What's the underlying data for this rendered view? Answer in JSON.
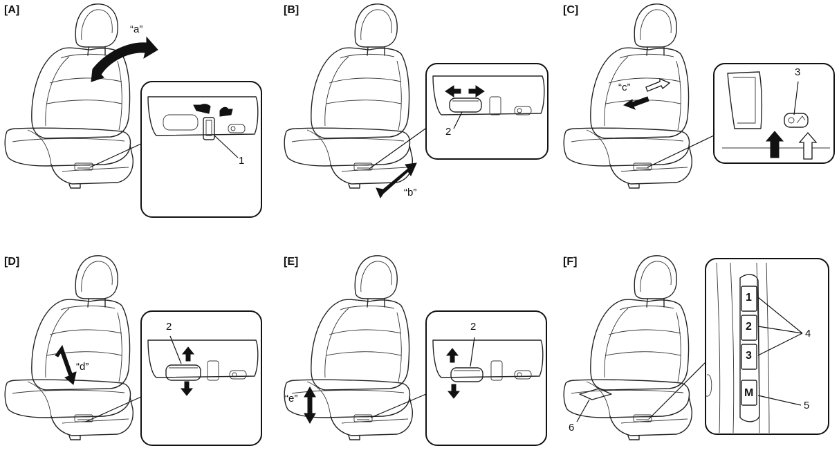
{
  "panels": [
    {
      "id": "A",
      "title": "[A]",
      "callouts": {
        "motion": "“a”",
        "part": "1"
      }
    },
    {
      "id": "B",
      "title": "[B]",
      "callouts": {
        "motion": "“b”",
        "part": "2"
      }
    },
    {
      "id": "C",
      "title": "[C]",
      "callouts": {
        "motion": "“c”",
        "part": "3"
      }
    },
    {
      "id": "D",
      "title": "[D]",
      "callouts": {
        "motion": "“d”",
        "part": "2"
      }
    },
    {
      "id": "E",
      "title": "[E]",
      "callouts": {
        "motion": "“e”",
        "part": "2"
      }
    },
    {
      "id": "F",
      "title": "[F]",
      "callouts": {
        "memory_buttons": "4",
        "memory_set": "5",
        "part": "6"
      },
      "buttons": [
        "1",
        "2",
        "3",
        "M"
      ]
    }
  ],
  "colors": {
    "line": "#222222",
    "arrow": "#111111",
    "background": "#ffffff"
  }
}
